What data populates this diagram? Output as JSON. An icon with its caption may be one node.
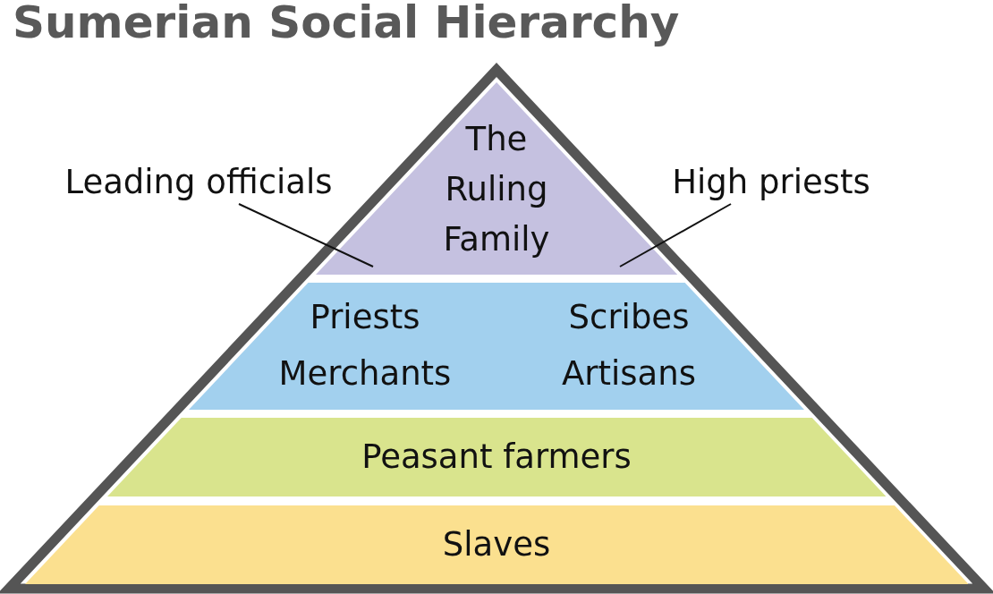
{
  "diagram": {
    "title": "Sumerian Social Hierarchy",
    "nodes": [
      {
        "text": [
          "The Ruling Family"
        ]
      },
      {
        "text": [
          "Priests",
          "Scribes",
          "Merchants",
          "Artisans"
        ]
      },
      {
        "text": [
          "Peasant farmers"
        ]
      },
      {
        "text": [
          "Slaves"
        ]
      },
      {
        "text": [
          "Leading officials"
        ]
      },
      {
        "text": [
          "High priests"
        ]
      }
    ],
    "edges": [
      {
        "from": 4,
        "to": 0,
        "arrow": "none"
      },
      {
        "from": 5,
        "to": 0,
        "arrow": "none"
      }
    ]
  }
}
